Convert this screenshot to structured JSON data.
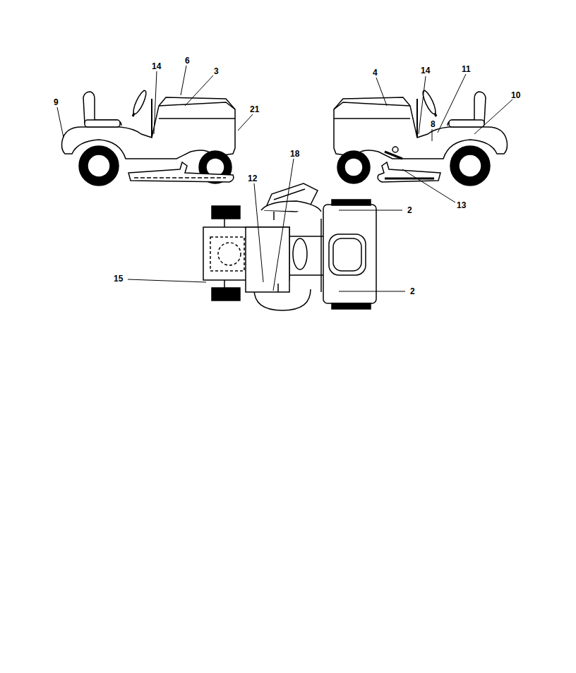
{
  "diagram": {
    "labels": [
      "14",
      "6",
      "3",
      "9",
      "21",
      "4",
      "14",
      "11",
      "10",
      "8",
      "13",
      "18",
      "12",
      "2",
      "15",
      "2"
    ]
  }
}
